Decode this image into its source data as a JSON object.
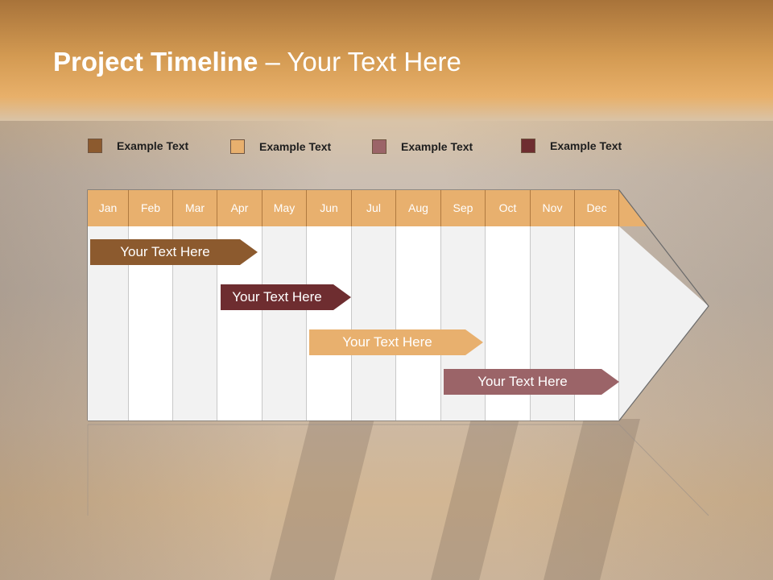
{
  "title": {
    "bold": "Project Timeline",
    "rest": " – Your Text Here"
  },
  "legend": [
    {
      "label": "Example Text",
      "color": "#8c5a2e"
    },
    {
      "label": "Example Text",
      "color": "#e8b06e"
    },
    {
      "label": "Example Text",
      "color": "#9b6468"
    },
    {
      "label": "Example Text",
      "color": "#6e2d30"
    }
  ],
  "months": [
    "Jan",
    "Feb",
    "Mar",
    "Apr",
    "May",
    "Jun",
    "Jul",
    "Aug",
    "Sep",
    "Oct",
    "Nov",
    "Dec"
  ],
  "bars": [
    {
      "label": "Your  Text Here",
      "color": "#8c5a2e"
    },
    {
      "label": "Your  Text Here",
      "color": "#6e2d30"
    },
    {
      "label": "Your  Text Here",
      "color": "#e8b06e"
    },
    {
      "label": "Your  Text Here",
      "color": "#9b6468"
    }
  ],
  "colors": {
    "header": "#e8b06e",
    "grid_light": "#f2f2f2",
    "grid_white": "#ffffff",
    "title": "#ffffff"
  }
}
